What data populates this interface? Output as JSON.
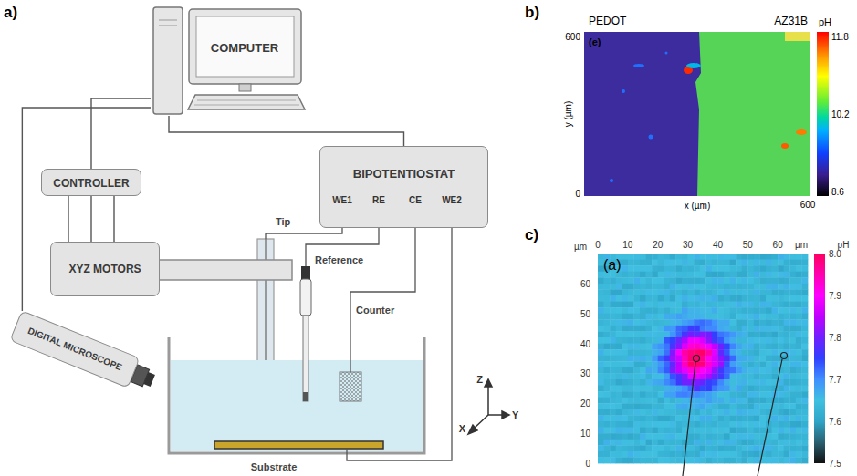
{
  "diagram": {
    "nodes": [
      {
        "text": [
          "COMPUTER"
        ]
      },
      {
        "text": [
          "CONTROLLER"
        ]
      },
      {
        "text": [
          "BIPOTENTIOSTAT"
        ]
      },
      {
        "text": [
          "XYZ MOTORS"
        ]
      },
      {
        "text": [
          "DIGITAL MICROSCOPE"
        ]
      }
    ],
    "edges": [
      {
        "from": 0,
        "to": 1,
        "arrow": "none"
      },
      {
        "from": 0,
        "to": 2,
        "arrow": "none"
      },
      {
        "from": 0,
        "to": 4,
        "arrow": "none"
      },
      {
        "from": 1,
        "to": 3,
        "arrow": "none"
      },
      {
        "from": 1,
        "to": 3,
        "arrow": "none"
      },
      {
        "from": 1,
        "to": 3,
        "arrow": "none"
      }
    ],
    "labels": [
      "a)",
      "WE1",
      "RE",
      "CE",
      "WE2",
      "Tip",
      "Reference",
      "Counter",
      "Substrate",
      "Z",
      "X",
      "Y",
      "b)",
      "PEDOT",
      "AZ31B",
      "(e)",
      "600",
      "0",
      "y (µm)",
      "600",
      "x (µm)",
      "pH",
      "11.8",
      "10.2",
      "8.6",
      "c)",
      "0",
      "10",
      "20",
      "30",
      "40",
      "50",
      "60",
      "µm",
      "µm",
      "60",
      "50",
      "40",
      "30",
      "20",
      "10",
      "0",
      "(a)",
      "pH",
      "8.0",
      "7.9",
      "7.8",
      "7.7",
      "7.6",
      "7.5"
    ]
  }
}
